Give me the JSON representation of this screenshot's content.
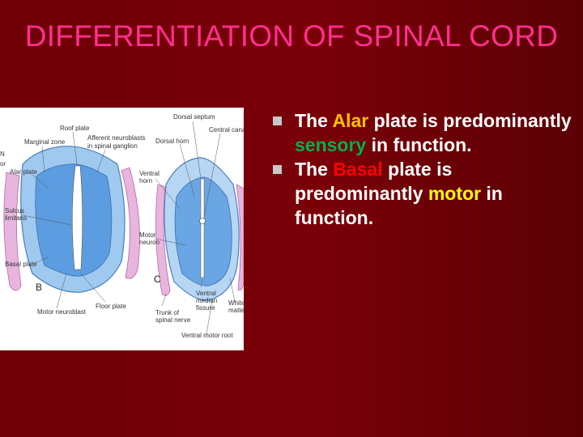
{
  "slide": {
    "title": "DIFFERENTIATION OF SPINAL CORD",
    "bullets": [
      {
        "t1": "The ",
        "h1": "Alar",
        "t2": " plate is predominantly ",
        "h2": "sensory",
        "t3": " in function."
      },
      {
        "t1": "The ",
        "h1": "Basal",
        "t2": " plate is predominantly ",
        "h2": "motor",
        "t3": " in function."
      }
    ],
    "colors": {
      "background": "#7a0008",
      "title": "#ff2f8e",
      "alar": "#ffc000",
      "sensory": "#00b050",
      "basal": "#ff0000",
      "motor": "#ffff00"
    }
  },
  "figure": {
    "labels": {
      "roof_plate": "Roof plate",
      "marginal_zone": "Marginal zone",
      "afferent": "Afferent neuroblasts",
      "afferent2": "in spinal ganglion",
      "dorsal_septum": "Dorsal septum",
      "central_canal": "Central canal",
      "dorsal_horn": "Dorsal horn",
      "alar_plate": "Alar plate",
      "ventral_horn1": "Ventral",
      "ventral_horn2": "horn",
      "sulcus1": "Sulcus",
      "sulcus2": "limitans",
      "motor_neuron1": "Motor",
      "motor_neuron2": "neuron",
      "basal_plate": "Basal plate",
      "panel_b": "B",
      "panel_c": "C",
      "motor_neuroblast": "Motor neuroblast",
      "floor_plate": "Floor plate",
      "ventral_fissure1": "Ventral",
      "ventral_fissure2": "median",
      "ventral_fissure3": "fissure",
      "white_matter1": "White",
      "white_matter2": "matter",
      "trunk1": "Trunk of",
      "trunk2": "spinal nerve",
      "ventral_root": "Ventral motor root",
      "edge_n": "N",
      "edge_or": "or"
    }
  }
}
